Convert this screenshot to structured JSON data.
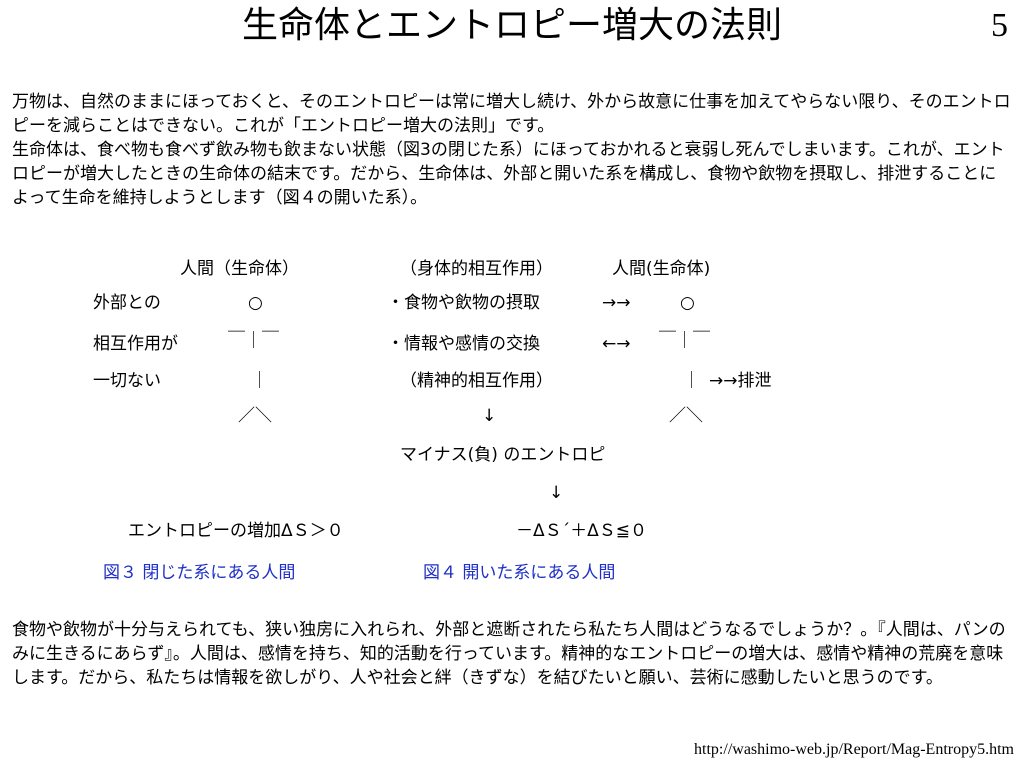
{
  "slide": {
    "title": "生命体とエントロピー増大の法則",
    "page_number": "5",
    "footer_url": "http://washimo-web.jp/Report/Mag-Entropy5.htm"
  },
  "intro": {
    "p1": "万物は、自然のままにほっておくと、そのエントロピーは常に増大し続け、外から故意に仕事を加えてやらない限り、そのエントロピーを減らことはできない。これが「エントロピー増大の法則」です。",
    "p2": "生命体は、食べ物も食べず飲み物も飲まない状態（図3の閉じた系）にほっておかれると衰弱し死んでしまいます。これが、エントロピーが増大したときの生命体の結末です。だから、生命体は、外部と開いた系を構成し、食物や飲物を摂取し、排泄することによって生命を維持しようとします（図４の開いた系）。"
  },
  "diagram": {
    "hdr_left": "人間（生命体）",
    "hdr_mid": "（身体的相互作用）",
    "hdr_right": "人間(生命体)",
    "left_row1": "外部との",
    "left_row2": "相互作用が",
    "left_row3": "一切ない",
    "head_glyph": "○",
    "arms_glyph": "￣｜￣",
    "body_glyph": "｜",
    "legs_glyph": "／＼",
    "mid_row1": "・食物や飲物の摂取",
    "mid_row2": "・情報や感情の交換",
    "mid_row3": "（精神的相互作用）",
    "arrow_row1": "→→",
    "arrow_row2": "←→",
    "excretion": "→→排泄",
    "down_arrow": "↓",
    "negative_entropy": "マイナス(負) のエントロピ",
    "left_formula": "エントロピーの増加ΔＳ＞０",
    "right_formula": "－ΔＳ´＋ΔＳ≦０",
    "caption3": "図３  閉じた系にある人間",
    "caption4": "図４  開いた系にある人間"
  },
  "conclusion": {
    "p1": "食物や飲物が十分与えられても、狭い独房に入れられ、外部と遮断されたら私たち人間はどうなるでしょうか？。『人間は、パンのみに生きるにあらず』。人間は、感情を持ち、知的活動を行っています。精神的なエントロピーの増大は、感情や精神の荒廃を意味します。だから、私たちは情報を欲しがり、人や社会と絆（きずな）を結びたいと願い、芸術に感動したいと思うのです。"
  },
  "colors": {
    "caption": "#1f2fc8",
    "text": "#000000",
    "background": "#ffffff"
  }
}
